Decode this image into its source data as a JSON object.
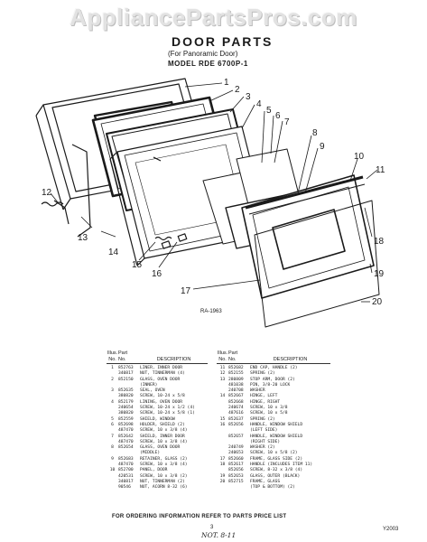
{
  "watermark": "AppliancePartsPros.com",
  "header": {
    "title": "DOOR PARTS",
    "subtitle": "(For Panoramic Door)",
    "model": "MODEL RDE 6700P-1"
  },
  "diagram": {
    "figure_id": "RA-1963",
    "callouts": [
      "1",
      "2",
      "3",
      "4",
      "5",
      "6",
      "7",
      "8",
      "9",
      "10",
      "11",
      "12",
      "13",
      "14",
      "15",
      "16",
      "17",
      "18",
      "19",
      "20"
    ]
  },
  "table": {
    "headers": {
      "illus1": "Illus.",
      "no1": "No.",
      "part1": "Part",
      "partno1": "No.",
      "description": "DESCRIPTION"
    },
    "left": [
      {
        "illus": "1",
        "part": "852763",
        "desc": "LINER, INNER DOOR"
      },
      {
        "illus": "",
        "part": "340817",
        "desc": "NUT, TINNERMAN (4)"
      },
      {
        "illus": "2",
        "part": "852150",
        "desc": "GLASS, OVEN DOOR"
      },
      {
        "illus": "",
        "part": "",
        "desc": "(INNER)"
      },
      {
        "illus": "3",
        "part": "852635",
        "desc": "SEAL, OVEN"
      },
      {
        "illus": "",
        "part": "380820",
        "desc": "SCREW, 10-24 x 5/8"
      },
      {
        "illus": "4",
        "part": "852179",
        "desc": "LINING, OVEN DOOR"
      },
      {
        "illus": "",
        "part": "240654",
        "desc": "SCREW, 10-24 x 1/2 (4)"
      },
      {
        "illus": "",
        "part": "380820",
        "desc": "SCREW, 10-24 x 5/8 (1)"
      },
      {
        "illus": "5",
        "part": "852559",
        "desc": "SHIELD, WINDOW"
      },
      {
        "illus": "6",
        "part": "852698",
        "desc": "HOLDER, SHIELD (2)"
      },
      {
        "illus": "",
        "part": "487470",
        "desc": "SCREW, 10 x 3/8 (4)"
      },
      {
        "illus": "7",
        "part": "852642",
        "desc": "SHIELD, INNER DOOR"
      },
      {
        "illus": "",
        "part": "487470",
        "desc": "SCREW, 10 x 3/8 (4)"
      },
      {
        "illus": "8",
        "part": "852654",
        "desc": "GLASS, OVEN DOOR"
      },
      {
        "illus": "",
        "part": "",
        "desc": "(MIDDLE)"
      },
      {
        "illus": "9",
        "part": "852683",
        "desc": "RETAINER, GLASS (2)"
      },
      {
        "illus": "",
        "part": "487470",
        "desc": "SCREW, 10 x 3/8 (4)"
      },
      {
        "illus": "10",
        "part": "852700",
        "desc": "PANEL, DOOR"
      },
      {
        "illus": "",
        "part": "420531",
        "desc": "SCREW, 10 x 3/8 (2)"
      },
      {
        "illus": "",
        "part": "340817",
        "desc": "NUT, TINNERMAN (2)"
      },
      {
        "illus": "",
        "part": "90546",
        "desc": "NUT, ACORN 8-32 (6)"
      }
    ],
    "right": [
      {
        "illus": "11",
        "part": "852682",
        "desc": "END CAP, HANDLE (2)"
      },
      {
        "illus": "12",
        "part": "852155",
        "desc": "SPRING (2)"
      },
      {
        "illus": "13",
        "part": "280809",
        "desc": "STOP ARM, DOOR (2)"
      },
      {
        "illus": "",
        "part": "481038",
        "desc": "PIN, 3/8-20 LOCK"
      },
      {
        "illus": "",
        "part": "240708",
        "desc": "WASHER"
      },
      {
        "illus": "14",
        "part": "852667",
        "desc": "HINGE, LEFT"
      },
      {
        "illus": "",
        "part": "852668",
        "desc": "HINGE, RIGHT"
      },
      {
        "illus": "",
        "part": "240674",
        "desc": "SCREW, 10 x 3/8"
      },
      {
        "illus": "",
        "part": "487616",
        "desc": "SCREW, 10 x 5/8"
      },
      {
        "illus": "15",
        "part": "852637",
        "desc": "SPRING (2)"
      },
      {
        "illus": "16",
        "part": "852656",
        "desc": "HANDLE, WINDOW SHIELD"
      },
      {
        "illus": "",
        "part": "",
        "desc": "(LEFT SIDE)"
      },
      {
        "illus": "",
        "part": "852657",
        "desc": "HANDLE, WINDOW SHIELD"
      },
      {
        "illus": "",
        "part": "",
        "desc": "(RIGHT SIDE)"
      },
      {
        "illus": "",
        "part": "240749",
        "desc": "WASHER (2)"
      },
      {
        "illus": "",
        "part": "240653",
        "desc": "SCREW, 10 x 5/8 (2)"
      },
      {
        "illus": "17",
        "part": "852660",
        "desc": "FRAME, GLASS SIDE (2)"
      },
      {
        "illus": "18",
        "part": "852617",
        "desc": "HANDLE (INCLUDES ITEM 11)"
      },
      {
        "illus": "",
        "part": "852656",
        "desc": "SCREW, 8-32 x 3/8 (4)"
      },
      {
        "illus": "19",
        "part": "852653",
        "desc": "GLASS, OUTER (BLACK)"
      },
      {
        "illus": "20",
        "part": "852715",
        "desc": "FRAME, GLASS"
      },
      {
        "illus": "",
        "part": "",
        "desc": "(TOP & BOTTOM) (2)"
      }
    ]
  },
  "footer": {
    "note": "FOR ORDERING INFORMATION REFER TO PARTS PRICE LIST",
    "page": "3",
    "code": "Y2003",
    "handwritten": "NOT. 8-11"
  }
}
